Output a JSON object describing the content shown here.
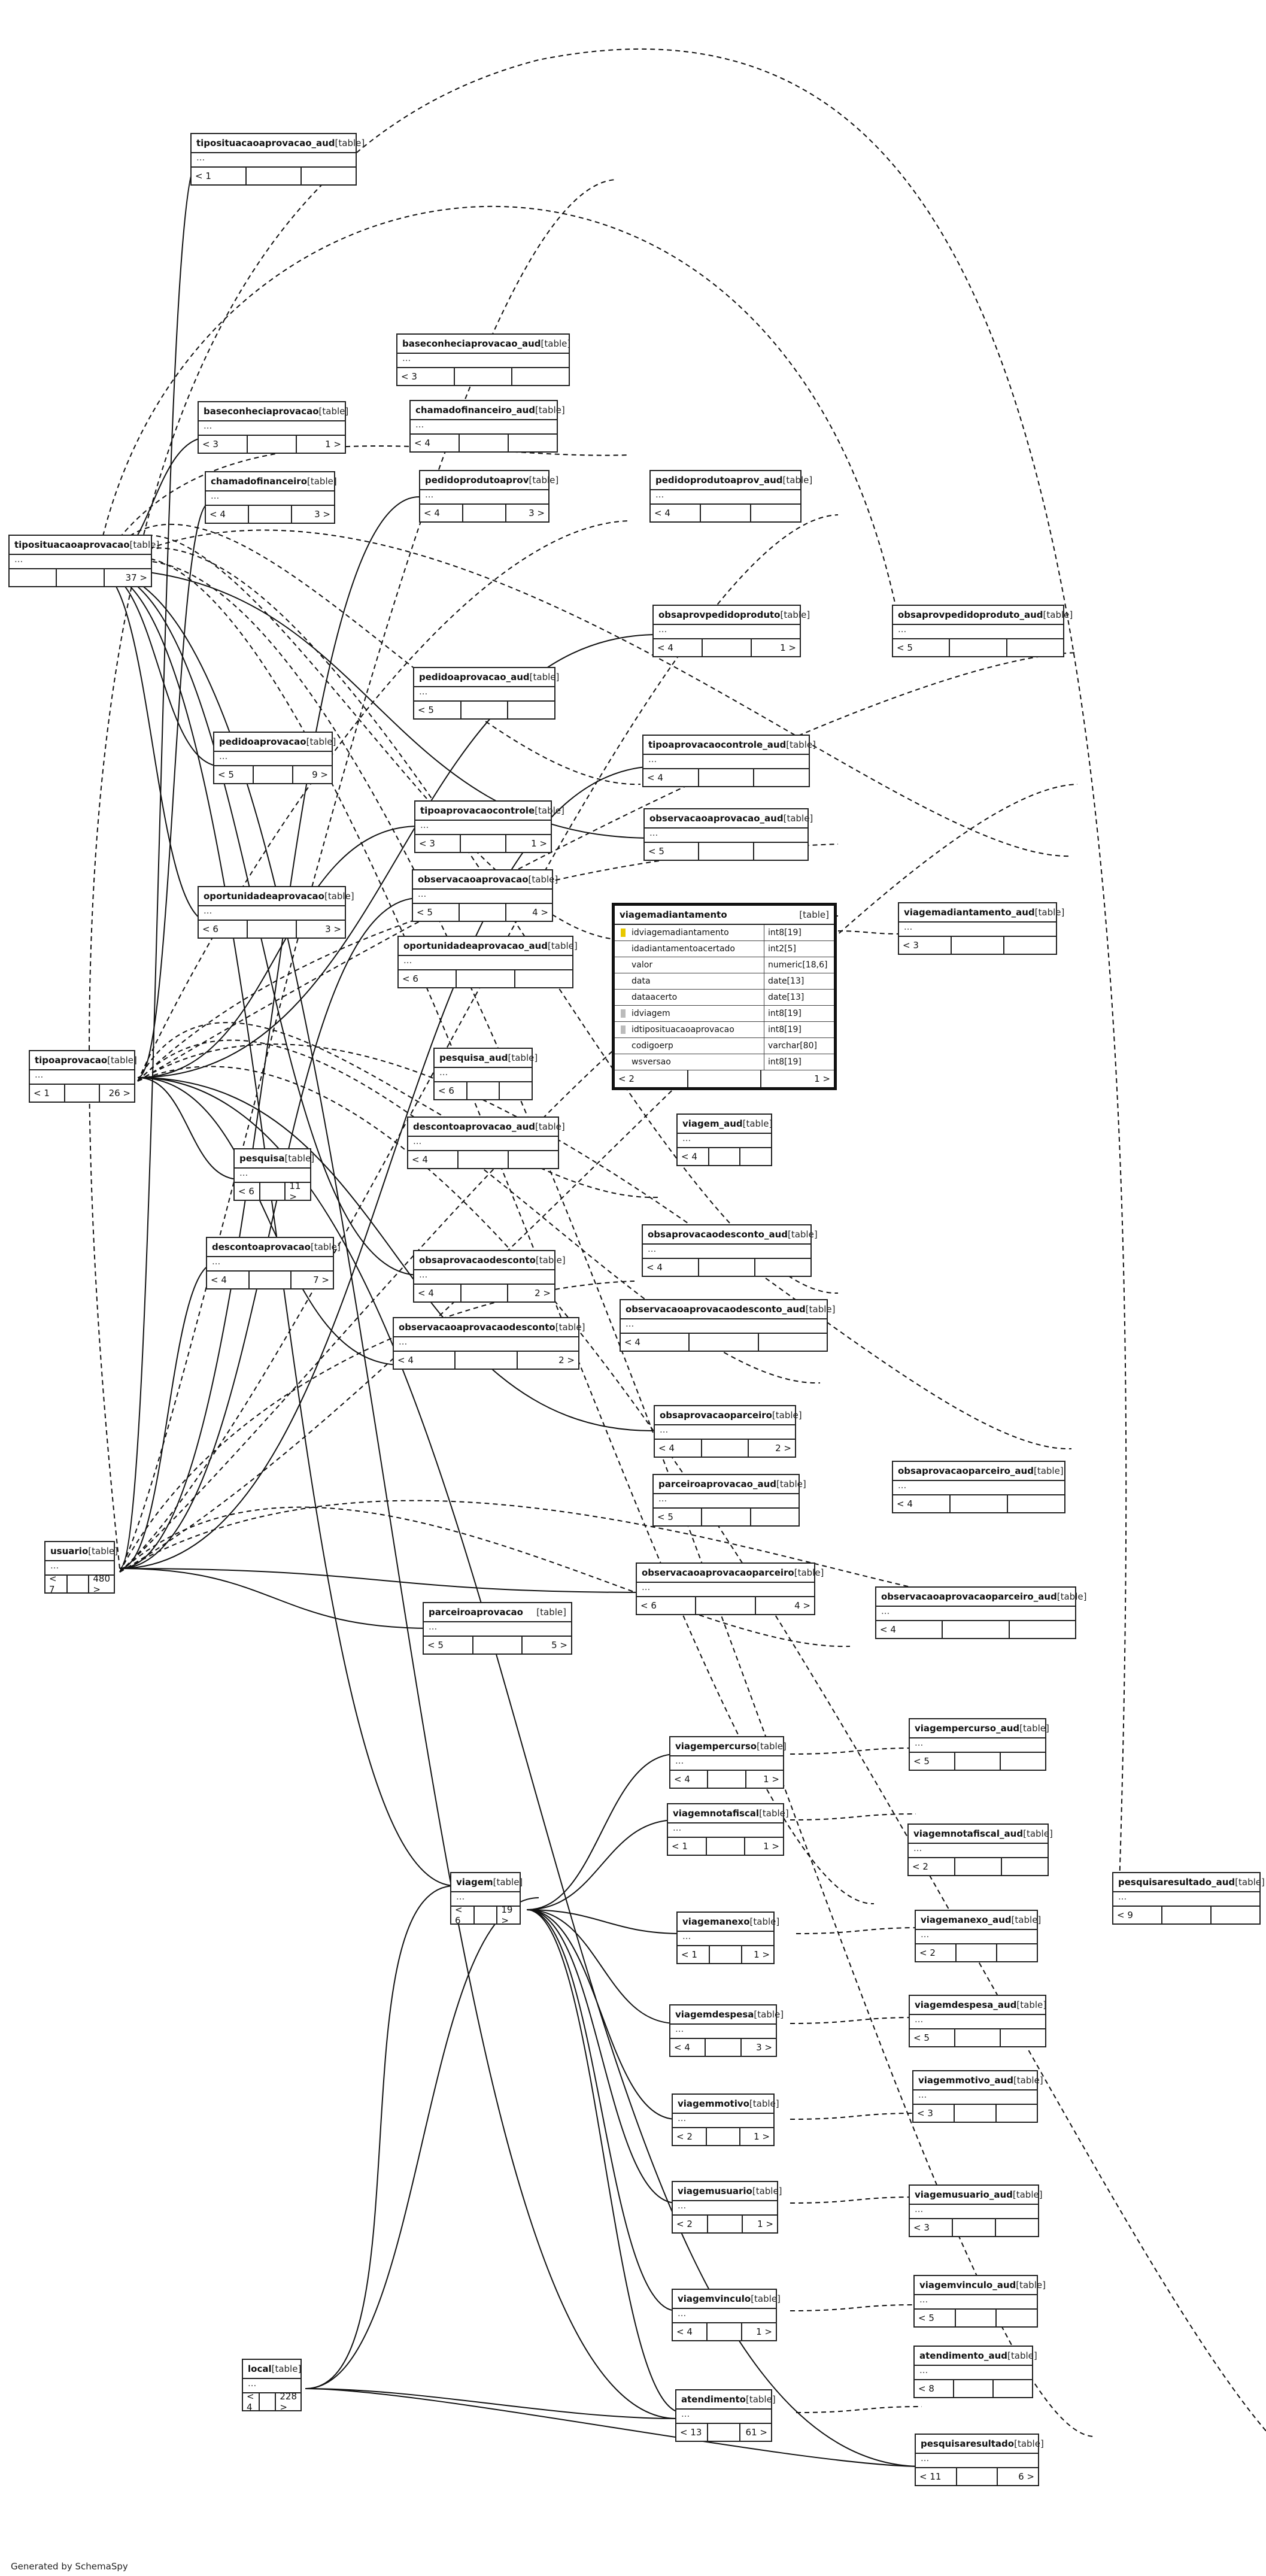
{
  "tables": [
    {
      "name": "tiposituacaoaprovacao_aud",
      "type": "[table]",
      "foot": [
        "< 1",
        "",
        ""
      ]
    },
    {
      "name": "baseconheciaprovacao_aud",
      "type": "[table]",
      "foot": [
        "< 3",
        "",
        ""
      ]
    },
    {
      "name": "baseconheciaprovacao",
      "type": "[table]",
      "foot": [
        "< 3",
        "",
        "1 >"
      ]
    },
    {
      "name": "chamadofinanceiro_aud",
      "type": "[table]",
      "foot": [
        "< 4",
        "",
        ""
      ]
    },
    {
      "name": "chamadofinanceiro",
      "type": "[table]",
      "foot": [
        "< 4",
        "",
        "3 >"
      ]
    },
    {
      "name": "pedidoprodutoaprov",
      "type": "[table]",
      "foot": [
        "< 4",
        "",
        "3 >"
      ]
    },
    {
      "name": "pedidoprodutoaprov_aud",
      "type": "[table]",
      "foot": [
        "< 4",
        "",
        ""
      ]
    },
    {
      "name": "tiposituacaoaprovacao",
      "type": "[table]",
      "foot": [
        "",
        "",
        "37 >"
      ]
    },
    {
      "name": "obsaprovpedidoproduto",
      "type": "[table]",
      "foot": [
        "< 4",
        "",
        "1 >"
      ]
    },
    {
      "name": "obsaprovpedidoproduto_aud",
      "type": "[table]",
      "foot": [
        "< 5",
        "",
        ""
      ]
    },
    {
      "name": "pedidoaprovacao_aud",
      "type": "[table]",
      "foot": [
        "< 5",
        "",
        ""
      ]
    },
    {
      "name": "pedidoaprovacao",
      "type": "[table]",
      "foot": [
        "< 5",
        "",
        "9 >"
      ]
    },
    {
      "name": "tipoaprovacaocontrole_aud",
      "type": "[table]",
      "foot": [
        "< 4",
        "",
        ""
      ]
    },
    {
      "name": "tipoaprovacaocontrole",
      "type": "[table]",
      "foot": [
        "< 3",
        "",
        "1 >"
      ]
    },
    {
      "name": "observacaoaprovacao_aud",
      "type": "[table]",
      "foot": [
        "< 5",
        "",
        ""
      ]
    },
    {
      "name": "observacaoaprovacao",
      "type": "[table]",
      "foot": [
        "< 5",
        "",
        "4 >"
      ]
    },
    {
      "name": "oportunidadeaprovacao",
      "type": "[table]",
      "foot": [
        "< 6",
        "",
        "3 >"
      ]
    },
    {
      "name": "viagemadiantamento_aud",
      "type": "[table]",
      "foot": [
        "< 3",
        "",
        ""
      ]
    },
    {
      "name": "oportunidadeaprovacao_aud",
      "type": "[table]",
      "foot": [
        "< 6",
        "",
        ""
      ]
    },
    {
      "name": "tipoaprovacao",
      "type": "[table]",
      "foot": [
        "< 1",
        "",
        "26 >"
      ]
    },
    {
      "name": "pesquisa_aud",
      "type": "[table]",
      "foot": [
        "< 6",
        "",
        ""
      ]
    },
    {
      "name": "descontoaprovacao_aud",
      "type": "[table]",
      "foot": [
        "< 4",
        "",
        ""
      ]
    },
    {
      "name": "viagem_aud",
      "type": "[table]",
      "foot": [
        "< 4",
        "",
        ""
      ]
    },
    {
      "name": "pesquisa",
      "type": "[table]",
      "foot": [
        "< 6",
        "",
        "11 >"
      ]
    },
    {
      "name": "descontoaprovacao",
      "type": "[table]",
      "foot": [
        "< 4",
        "",
        "7 >"
      ]
    },
    {
      "name": "obsaprovacaodesconto",
      "type": "[table]",
      "foot": [
        "< 4",
        "",
        "2 >"
      ]
    },
    {
      "name": "obsaprovacaodesconto_aud",
      "type": "[table]",
      "foot": [
        "< 4",
        "",
        ""
      ]
    },
    {
      "name": "observacaoaprovacaodesconto_aud",
      "type": "[table]",
      "foot": [
        "< 4",
        "",
        ""
      ]
    },
    {
      "name": "observacaoaprovacaodesconto",
      "type": "[table]",
      "foot": [
        "< 4",
        "",
        "2 >"
      ]
    },
    {
      "name": "obsaprovacaoparceiro",
      "type": "[table]",
      "foot": [
        "< 4",
        "",
        "2 >"
      ]
    },
    {
      "name": "obsaprovacaoparceiro_aud",
      "type": "[table]",
      "foot": [
        "< 4",
        "",
        ""
      ]
    },
    {
      "name": "parceiroaprovacao_aud",
      "type": "[table]",
      "foot": [
        "< 5",
        "",
        ""
      ]
    },
    {
      "name": "usuario",
      "type": "[table]",
      "foot": [
        "< 7",
        "",
        "480 >"
      ]
    },
    {
      "name": "observacaoaprovacaoparceiro",
      "type": "[table]",
      "foot": [
        "< 6",
        "",
        "4 >"
      ]
    },
    {
      "name": "parceiroaprovacao",
      "type": "[table]",
      "foot": [
        "< 5",
        "",
        "5 >"
      ]
    },
    {
      "name": "observacaoaprovacaoparceiro_aud",
      "type": "[table]",
      "foot": [
        "< 4",
        "",
        ""
      ]
    },
    {
      "name": "viagempercurso",
      "type": "[table]",
      "foot": [
        "< 4",
        "",
        "1 >"
      ]
    },
    {
      "name": "viagempercurso_aud",
      "type": "[table]",
      "foot": [
        "< 5",
        "",
        ""
      ]
    },
    {
      "name": "viagemnotafiscal",
      "type": "[table]",
      "foot": [
        "< 1",
        "",
        "1 >"
      ]
    },
    {
      "name": "viagemnotafiscal_aud",
      "type": "[table]",
      "foot": [
        "< 2",
        "",
        ""
      ]
    },
    {
      "name": "pesquisaresultado_aud",
      "type": "[table]",
      "foot": [
        "< 9",
        "",
        ""
      ]
    },
    {
      "name": "viagem",
      "type": "[table]",
      "foot": [
        "< 6",
        "",
        "19 >"
      ]
    },
    {
      "name": "viagemanexo",
      "type": "[table]",
      "foot": [
        "< 1",
        "",
        "1 >"
      ]
    },
    {
      "name": "viagemanexo_aud",
      "type": "[table]",
      "foot": [
        "< 2",
        "",
        ""
      ]
    },
    {
      "name": "viagemdespesa",
      "type": "[table]",
      "foot": [
        "< 4",
        "",
        "3 >"
      ]
    },
    {
      "name": "viagemdespesa_aud",
      "type": "[table]",
      "foot": [
        "< 5",
        "",
        ""
      ]
    },
    {
      "name": "viagemmotivo",
      "type": "[table]",
      "foot": [
        "< 2",
        "",
        "1 >"
      ]
    },
    {
      "name": "viagemmotivo_aud",
      "type": "[table]",
      "foot": [
        "< 3",
        "",
        ""
      ]
    },
    {
      "name": "viagemusuario",
      "type": "[table]",
      "foot": [
        "< 2",
        "",
        "1 >"
      ]
    },
    {
      "name": "viagemusuario_aud",
      "type": "[table]",
      "foot": [
        "< 3",
        "",
        ""
      ]
    },
    {
      "name": "viagemvinculo",
      "type": "[table]",
      "foot": [
        "< 4",
        "",
        "1 >"
      ]
    },
    {
      "name": "viagemvinculo_aud",
      "type": "[table]",
      "foot": [
        "< 5",
        "",
        ""
      ]
    },
    {
      "name": "local",
      "type": "[table]",
      "foot": [
        "< 4",
        "",
        "228 >"
      ]
    },
    {
      "name": "atendimento_aud",
      "type": "[table]",
      "foot": [
        "< 8",
        "",
        ""
      ]
    },
    {
      "name": "atendimento",
      "type": "[table]",
      "foot": [
        "< 13",
        "",
        "61 >"
      ]
    },
    {
      "name": "pesquisaresultado",
      "type": "[table]",
      "foot": [
        "< 11",
        "",
        "6 >"
      ]
    }
  ],
  "focus_table": {
    "name": "viagemadiantamento",
    "type": "[table]",
    "columns": [
      {
        "name": "idviagemadiantamento",
        "type": "int8[19]",
        "key": "pk"
      },
      {
        "name": "idadiantamentoacertado",
        "type": "int2[5]",
        "key": ""
      },
      {
        "name": "valor",
        "type": "numeric[18,6]",
        "key": ""
      },
      {
        "name": "data",
        "type": "date[13]",
        "key": ""
      },
      {
        "name": "dataacerto",
        "type": "date[13]",
        "key": ""
      },
      {
        "name": "idviagem",
        "type": "int8[19]",
        "key": "fk"
      },
      {
        "name": "idtiposituacaoaprovacao",
        "type": "int8[19]",
        "key": "fk"
      },
      {
        "name": "codigoerp",
        "type": "varchar[80]",
        "key": ""
      },
      {
        "name": "wsversao",
        "type": "int8[19]",
        "key": ""
      }
    ],
    "foot": [
      "< 2",
      "",
      "1 >"
    ]
  },
  "credit": "Generated by SchemaSpy",
  "colors": {
    "line": "#111111",
    "background": "#ffffff"
  }
}
